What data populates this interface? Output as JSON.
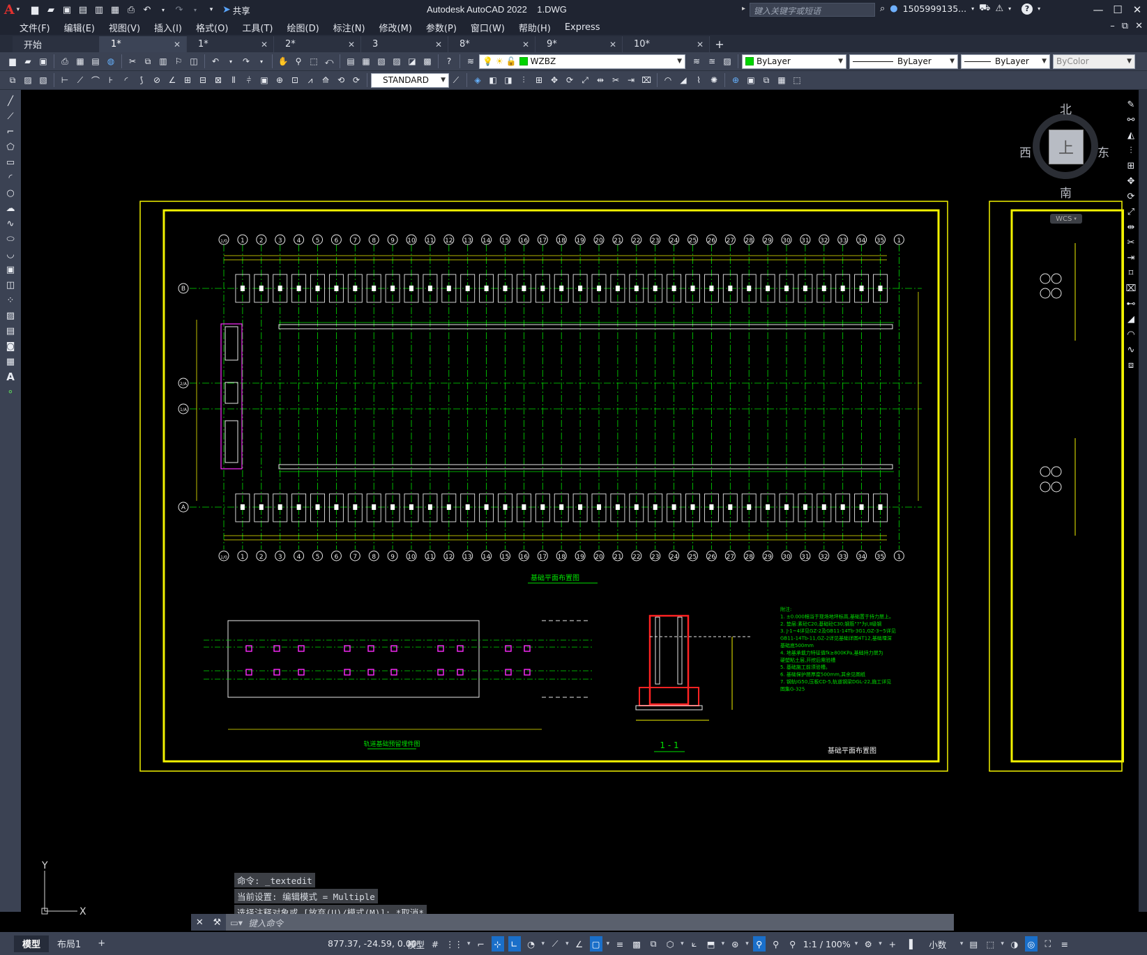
{
  "app": {
    "logo": "A",
    "title": "Autodesk AutoCAD 2022",
    "file": "1.DWG",
    "share_label": "共享",
    "search_placeholder": "键入关键字或短语",
    "user": "1505999135...",
    "help": "?"
  },
  "menu": [
    "文件(F)",
    "编辑(E)",
    "视图(V)",
    "插入(I)",
    "格式(O)",
    "工具(T)",
    "绘图(D)",
    "标注(N)",
    "修改(M)",
    "参数(P)",
    "窗口(W)",
    "帮助(H)",
    "Express"
  ],
  "tabs": [
    {
      "label": "开始",
      "closable": false
    },
    {
      "label": "1*",
      "closable": true,
      "active": true
    },
    {
      "label": "1*",
      "closable": true
    },
    {
      "label": "2*",
      "closable": true
    },
    {
      "label": "3",
      "closable": true
    },
    {
      "label": "8*",
      "closable": true
    },
    {
      "label": "9*",
      "closable": true
    },
    {
      "label": "10*",
      "closable": true
    }
  ],
  "properties": {
    "layer": "WZBZ",
    "color": "ByLayer",
    "linetype": "ByLayer",
    "lineweight": "ByLayer",
    "plotstyle": "ByColor",
    "textstyle": "STANDARD"
  },
  "viewcube": {
    "top": "上",
    "north": "北",
    "south": "南",
    "east": "东",
    "west": "西",
    "wcs": "WCS"
  },
  "drawing": {
    "plan_title": "基础平面布置图",
    "section_title": "1 - 1",
    "detail_title": "轨道基础预留埋件图",
    "sheet_title": "基础平面布置图",
    "axis_labels": [
      "1/0",
      "1",
      "2",
      "3",
      "4",
      "5",
      "6",
      "7",
      "8",
      "9",
      "10",
      "11",
      "12",
      "13",
      "14",
      "15",
      "16",
      "17",
      "18",
      "19",
      "20",
      "21",
      "22",
      "23",
      "24",
      "25",
      "26",
      "27",
      "28",
      "29",
      "30",
      "31",
      "32",
      "33",
      "34",
      "35",
      "1"
    ],
    "row_labels": [
      "B",
      "2/A",
      "1/A",
      "A"
    ],
    "notes": [
      "附注:",
      "1. ±0.000相当于现场地坪标高,基础置于持力层上。",
      "2. 垫层:素砼C20,基础砼C30;钢筋\"?\"为Ⅰ,Ⅱ级钢",
      "3. J-1~4详见GZ-2及GB11-14Tb-3G1,GZ-3~5详见",
      "   GB11-14Tb-11,GZ-2详见基础详图4T12,基础埋深",
      "   基础底500mm",
      "4. 地基承载力特征值fk≥800KPa,基础持力层为",
      "   硬塑粘土层,开挖后需验槽",
      "5. 基础施工前须验槽。",
      "6. 基础保护层厚度500mm,其余见图纸",
      "7. 钢轨IG50,压板CD-5,轨道钢梁DGL-22,施工详见",
      "   图集G-325"
    ]
  },
  "command": {
    "history": [
      "命令: _textedit",
      "当前设置: 编辑模式 = Multiple",
      "选择注释对象或 [放弃(U)/模式(M)]: *取消*"
    ],
    "placeholder": "键入命令"
  },
  "status": {
    "layouts": [
      "模型",
      "布局1"
    ],
    "coords": "877.37, -24.59, 0.00",
    "model_label": "模型",
    "scale": "1:1 / 100%",
    "units": "小数"
  }
}
